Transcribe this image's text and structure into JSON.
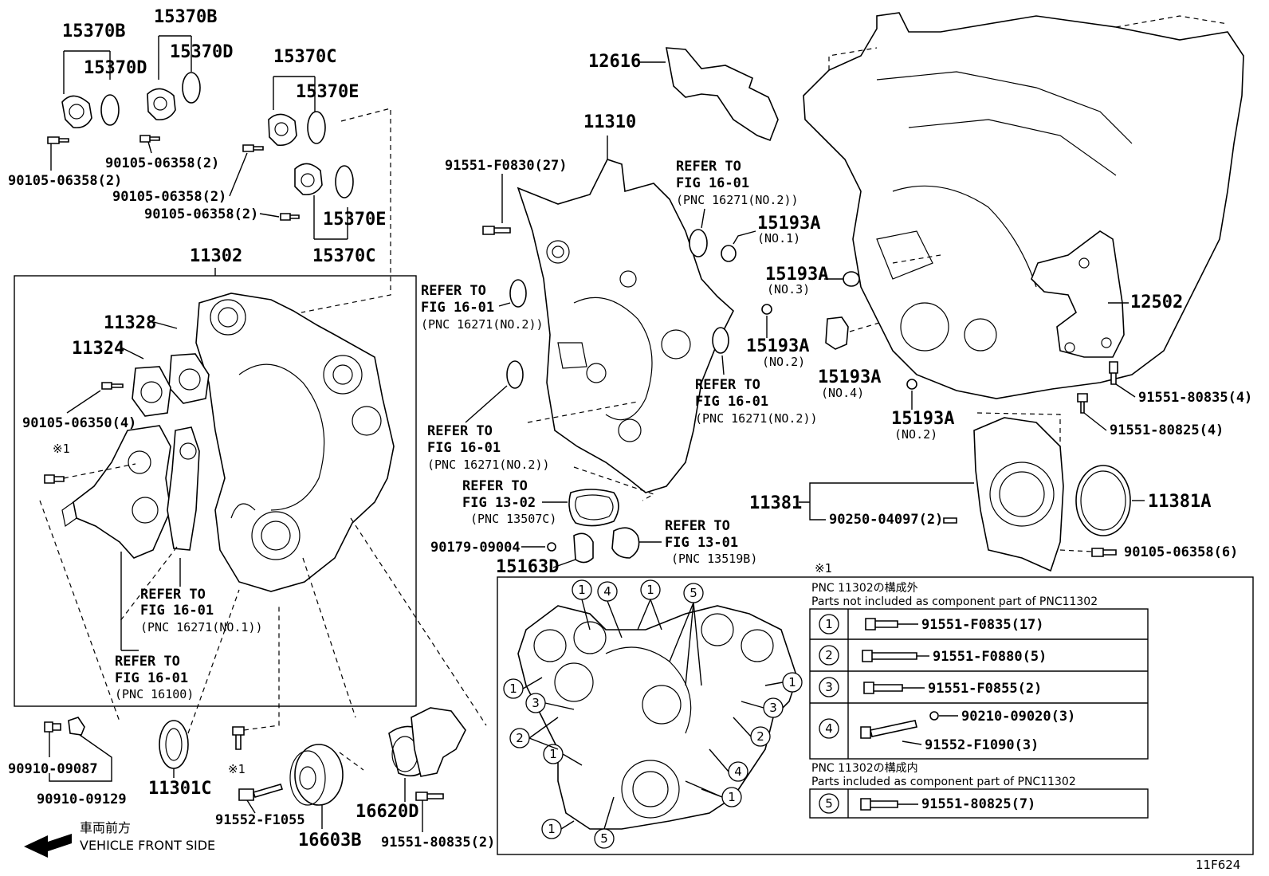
{
  "labels": {
    "p15370B_a": "15370B",
    "p15370D_a": "15370D",
    "p15370B_b": "15370B",
    "p15370D_b": "15370D",
    "p15370C_a": "15370C",
    "p15370E_a": "15370E",
    "p15370E_b": "15370E",
    "p15370C_b": "15370C",
    "p90105_06358_a": "90105-06358(2)",
    "p90105_06358_b": "90105-06358(2)",
    "p90105_06358_c": "90105-06358(2)",
    "p90105_06358_d": "90105-06358(2)",
    "p12616": "12616",
    "p11310": "11310",
    "p91551_F0830": "91551-F0830(27)",
    "p15193A_1": "15193A",
    "no1": "(NO.1)",
    "p15193A_3": "15193A",
    "no3": "(NO.3)",
    "p15193A_2a": "15193A",
    "no2a": "(NO.2)",
    "p15193A_4": "15193A",
    "no4": "(NO.4)",
    "p15193A_2b": "15193A",
    "no2b": "(NO.2)",
    "p12502": "12502",
    "p91551_80835_4": "91551-80835(4)",
    "p91551_80825_4": "91551-80825(4)",
    "p11381": "11381",
    "p11381A": "11381A",
    "p90250_04097": "90250-04097(2)",
    "p90105_06358_6": "90105-06358(6)",
    "p11302": "11302",
    "p11328": "11328",
    "p11324": "11324",
    "p90105_06350": "90105-06350(4)",
    "mark1": "※1",
    "mark1b": "※1",
    "mark1c": "※1",
    "p90179_09004": "90179-09004",
    "p15163D": "15163D",
    "p90910_09087": "90910-09087",
    "p90910_09129": "90910-09129",
    "p11301C": "11301C",
    "p91552_F1055": "91552-F1055",
    "p16603B": "16603B",
    "p16620D": "16620D",
    "p91551_80835_2": "91551-80835(2)",
    "front_jp": "車両前方",
    "front_en": "VEHICLE FRONT SIDE",
    "fig_code": "11F624"
  },
  "refs": {
    "r1_l1": "REFER TO",
    "r1_l2": "FIG 16-01",
    "r1_l3": "(PNC 16271(NO.2))",
    "r2_l1": "REFER TO",
    "r2_l2": "FIG 16-01",
    "r2_l3": "(PNC 16271(NO.2))",
    "r3_l1": "REFER TO",
    "r3_l2": "FIG 16-01",
    "r3_l3": "(PNC 16271(NO.2))",
    "r4_l1": "REFER TO",
    "r4_l2": "FIG 16-01",
    "r4_l3": "(PNC 16271(NO.2))",
    "r5_l1": "REFER TO",
    "r5_l2": "FIG 13-02",
    "r5_l3": "(PNC 13507C)",
    "r6_l1": "REFER TO",
    "r6_l2": "FIG 13-01",
    "r6_l3": "(PNC 13519B)",
    "r7_l1": "REFER TO",
    "r7_l2": "FIG 16-01",
    "r7_l3": "(PNC 16271(NO.1))",
    "r8_l1": "REFER TO",
    "r8_l2": "FIG 16-01",
    "r8_l3": "(PNC 16100)"
  },
  "legend": {
    "excluded_jp": "PNC 11302の構成外",
    "excluded_en": "Parts not included as component part of PNC11302",
    "included_jp": "PNC 11302の構成内",
    "included_en": "Parts included as component part of PNC11302",
    "rows": [
      {
        "num": "1",
        "part": "91551-F0835(17)"
      },
      {
        "num": "2",
        "part": "91551-F0880(5)"
      },
      {
        "num": "3",
        "part": "91551-F0855(2)"
      },
      {
        "num": "4",
        "part": "90210-09020(3)",
        "part2": "91552-F1090(3)"
      },
      {
        "num": "5",
        "part": "91551-80825(7)"
      }
    ]
  },
  "bolt_callouts": {
    "c1": "1",
    "c2": "2",
    "c3": "3",
    "c4": "4",
    "c5": "5"
  }
}
